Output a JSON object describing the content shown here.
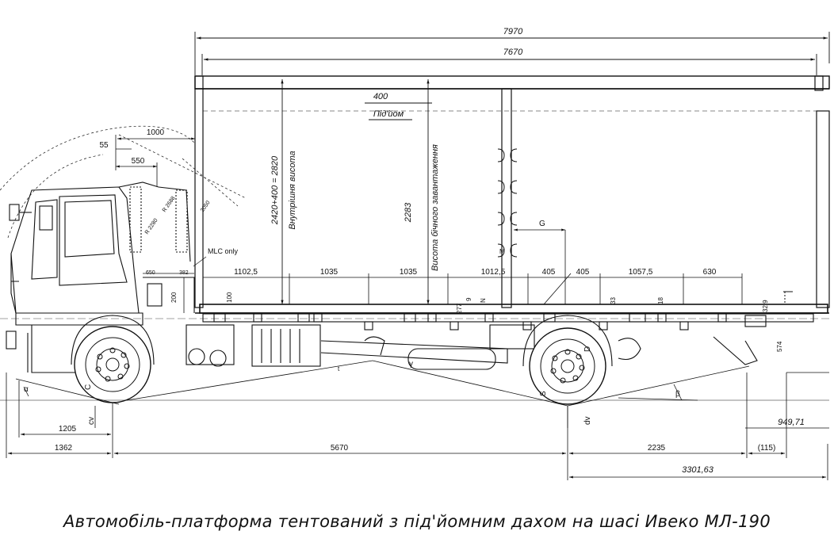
{
  "caption": "Автомобіль-платформа тентований з під'йомним дахом на шасі Ивеко МЛ-190",
  "overall": {
    "total_length": "7970",
    "body_length": "7670"
  },
  "roof": {
    "lift": "400",
    "lift_label": "Під'йом"
  },
  "height": {
    "inner": "2420+400 = 2820",
    "inner_label": "Внутрішня висота",
    "loading": "2283",
    "loading_label": "Висота бічного завантаження"
  },
  "cab": {
    "d1000": "1000",
    "d55": "55",
    "d550": "550",
    "r2280": "R 2280",
    "r2688": "R 2688",
    "r2050": "2050",
    "d650": "650",
    "d382": "382",
    "d200": "200",
    "mlc": "MLC only"
  },
  "crossmembers": [
    "1102,5",
    "1035",
    "1035",
    "1012,5",
    "405",
    "405",
    "1057,5",
    "630"
  ],
  "frame_labels": {
    "g": "G",
    "m": "M",
    "n": "N",
    "d100": "100",
    "d277": "277",
    "d9a": "9",
    "d33": "33",
    "d18": "18",
    "d329": "32,9",
    "d574": "574"
  },
  "angles": {
    "alpha": "α",
    "beta": "β",
    "gamma": "γ",
    "c": "C",
    "s": "S",
    "d": "D",
    "cv": "cv",
    "dv": "dv",
    "t": "t"
  },
  "bottom": {
    "d1205": "1205",
    "d1362": "1362",
    "d5670": "5670",
    "d2235": "2235",
    "d115": "(115)",
    "d94971": "949,71",
    "d330163": "3301,63"
  }
}
